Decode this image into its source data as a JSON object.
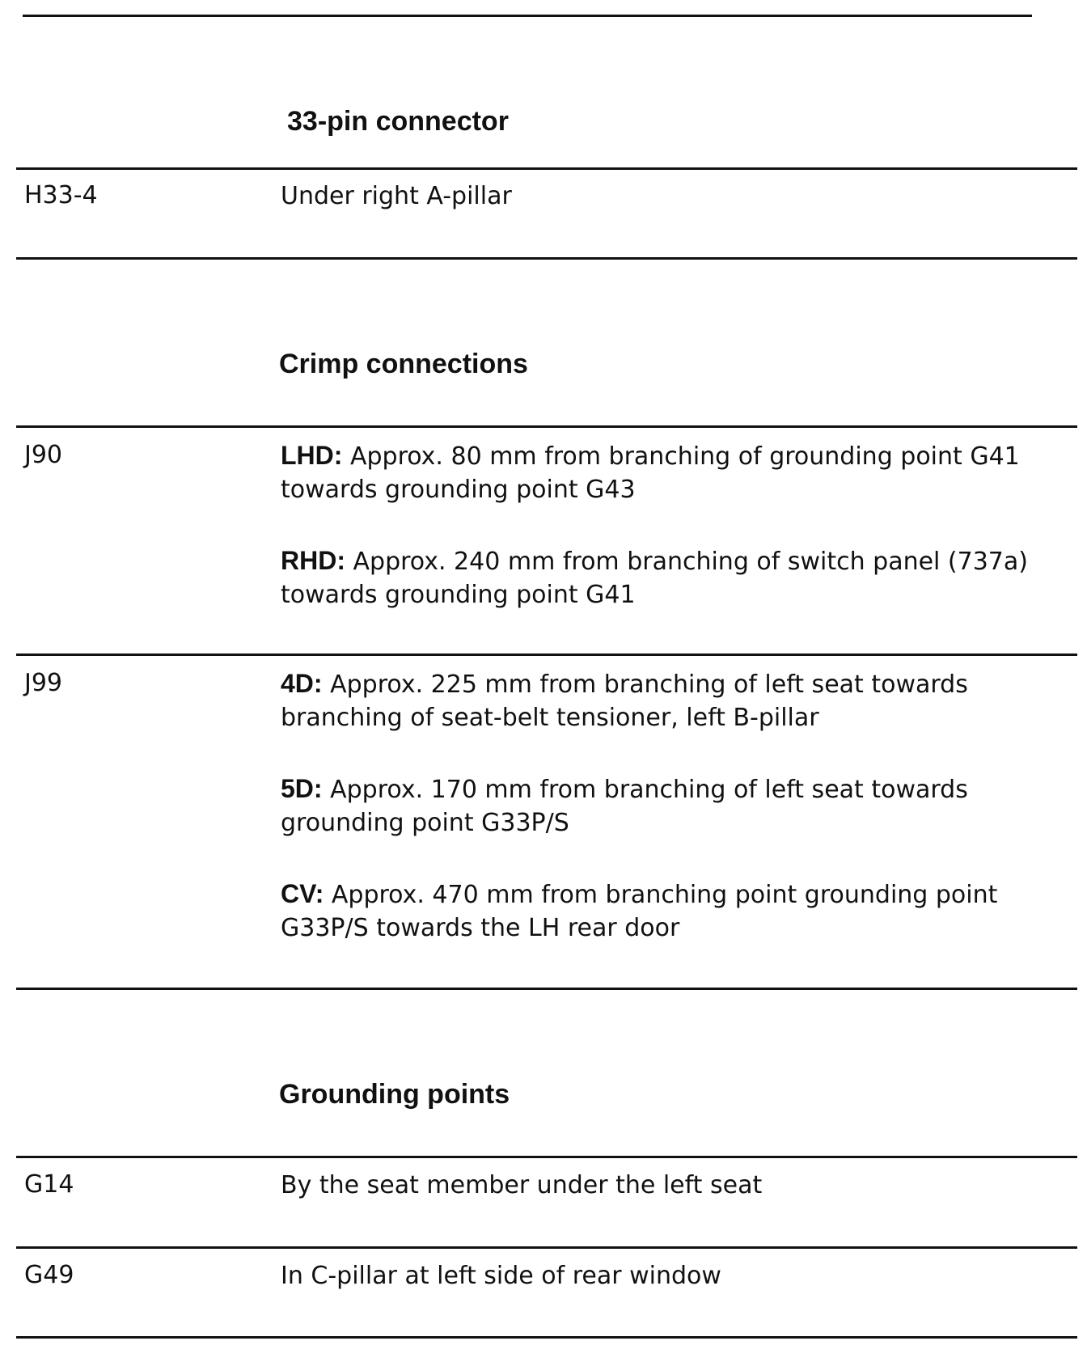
{
  "sections": {
    "connector": {
      "heading": "33-pin connector",
      "rows": [
        {
          "code": "H33-4",
          "text": "Under right A-pillar"
        }
      ]
    },
    "crimp": {
      "heading": "Crimp connections",
      "rows": [
        {
          "code": "J90",
          "entries": [
            {
              "label": "LHD:",
              "text": " Approx. 80 mm from branching of grounding point G41 towards grounding point G43"
            },
            {
              "label": "RHD:",
              "text": " Approx. 240 mm from branching of switch panel (737a) towards grounding point G41"
            }
          ]
        },
        {
          "code": "J99",
          "entries": [
            {
              "label": "4D:",
              "text": " Approx. 225 mm from branching of left seat towards branching of seat-belt tensioner, left B-pillar"
            },
            {
              "label": "5D:",
              "text": " Approx. 170 mm from branching of left seat towards grounding point G33P/S"
            },
            {
              "label": "CV:",
              "text": " Approx. 470 mm from branching point grounding point G33P/S towards the LH rear door"
            }
          ]
        }
      ]
    },
    "grounding": {
      "heading": "Grounding points",
      "rows": [
        {
          "code": "G14",
          "text": "By the seat member under the left seat"
        },
        {
          "code": "G49",
          "text": "In C-pillar at left side of rear window"
        }
      ]
    }
  }
}
